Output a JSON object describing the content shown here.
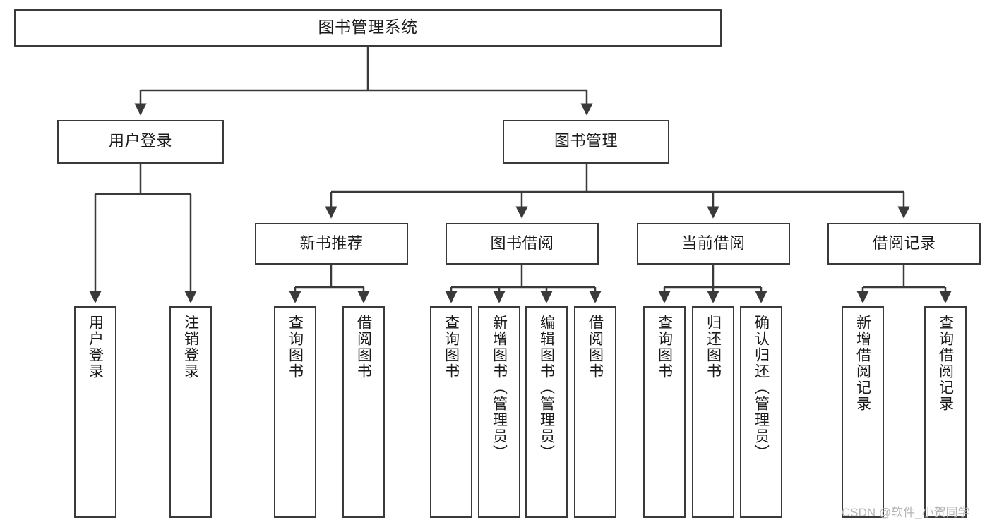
{
  "diagram": {
    "title": "图书管理系统",
    "type": "tree-hierarchy",
    "watermark": "CSDN @软件_小贺同学",
    "colors": {
      "box_border": "#3a3a3a",
      "box_fill": "#ffffff",
      "edge": "#3a3a3a",
      "text": "#1a1a1a",
      "watermark": "#b6b6b6"
    },
    "nodes": {
      "root": {
        "label": "图书管理系统"
      },
      "level2": [
        {
          "id": "user-login",
          "label": "用户登录"
        },
        {
          "id": "book-manage",
          "label": "图书管理"
        }
      ],
      "level3": [
        {
          "id": "new-book-recommend",
          "label": "新书推荐"
        },
        {
          "id": "book-borrow",
          "label": "图书借阅"
        },
        {
          "id": "current-borrow",
          "label": "当前借阅"
        },
        {
          "id": "borrow-record",
          "label": "借阅记录"
        }
      ],
      "leaves": {
        "user_login": [
          {
            "id": "leaf-user-login",
            "label": "用户登录"
          },
          {
            "id": "leaf-logout-login",
            "label": "注销登录"
          }
        ],
        "new_book_recommend": [
          {
            "id": "leaf-query-book-1",
            "label": "查询图书"
          },
          {
            "id": "leaf-borrow-book-1",
            "label": "借阅图书"
          }
        ],
        "book_borrow": [
          {
            "id": "leaf-query-book-2",
            "label": "查询图书"
          },
          {
            "id": "leaf-add-book",
            "label": "新增图书（管理员）"
          },
          {
            "id": "leaf-edit-book",
            "label": "编辑图书（管理员）"
          },
          {
            "id": "leaf-borrow-book-2",
            "label": "借阅图书"
          }
        ],
        "current_borrow": [
          {
            "id": "leaf-query-book-3",
            "label": "查询图书"
          },
          {
            "id": "leaf-return-book",
            "label": "归还图书"
          },
          {
            "id": "leaf-confirm-return",
            "label": "确认归还（管理员）"
          }
        ],
        "borrow_record": [
          {
            "id": "leaf-add-record",
            "label": "新增借阅记录"
          },
          {
            "id": "leaf-query-record",
            "label": "查询借阅记录"
          }
        ]
      }
    }
  }
}
